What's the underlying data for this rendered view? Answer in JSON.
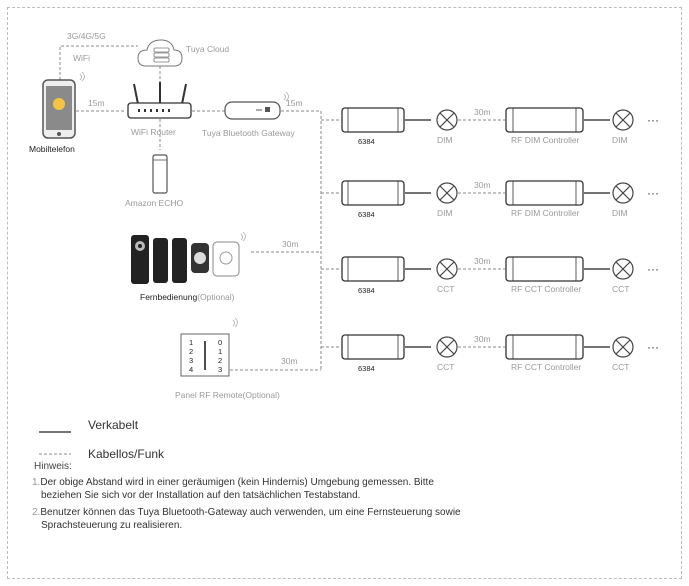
{
  "cloud": {
    "network_label": "3G/4G/5G",
    "wifi_label": "WiFi",
    "cloud_label": "Tuya Cloud"
  },
  "phone": {
    "label": "Mobiltelefon"
  },
  "router": {
    "label": "WiFi Router"
  },
  "gateway": {
    "label": "Tuya Bluetooth Gateway"
  },
  "echo": {
    "label": "Amazon ECHO"
  },
  "remote": {
    "label_main": "Fernbedienung",
    "label_suffix": "(Optional)"
  },
  "panel": {
    "label": "Panel RF Remote(Optional)"
  },
  "distances": {
    "phone_router": "15m",
    "gateway_bus": "15m",
    "remote_bus": "30m",
    "panel_bus": "30m"
  },
  "rows": [
    {
      "module": "6384",
      "load": "DIM",
      "distance": "30m",
      "controller": "RF DIM Controller",
      "load2": "DIM"
    },
    {
      "module": "6384",
      "load": "DIM",
      "distance": "30m",
      "controller": "RF DIM Controller",
      "load2": "DIM"
    },
    {
      "module": "6384",
      "load": "CCT",
      "distance": "30m",
      "controller": "RF CCT Controller",
      "load2": "CCT"
    },
    {
      "module": "6384",
      "load": "CCT",
      "distance": "30m",
      "controller": "RF CCT Controller",
      "load2": "CCT"
    }
  ],
  "ellipsis": "···",
  "legend": {
    "wired": "Verkabelt",
    "wireless": "Kabellos/Funk"
  },
  "notes": {
    "heading": "Hinweis:",
    "n1_idx": "1.",
    "n1_line1": "Der obige Abstand wird in einer geräumigen (kein Hindernis) Umgebung gemessen. Bitte",
    "n1_line2": "beziehen Sie sich vor der Installation auf den tatsächlichen Testabstand.",
    "n2_idx": "2.",
    "n2_line1": "Benutzer können das Tuya Bluetooth-Gateway auch verwenden, um eine Fernsteuerung sowie",
    "n2_line2": "Sprachsteuerung zu realisieren."
  }
}
